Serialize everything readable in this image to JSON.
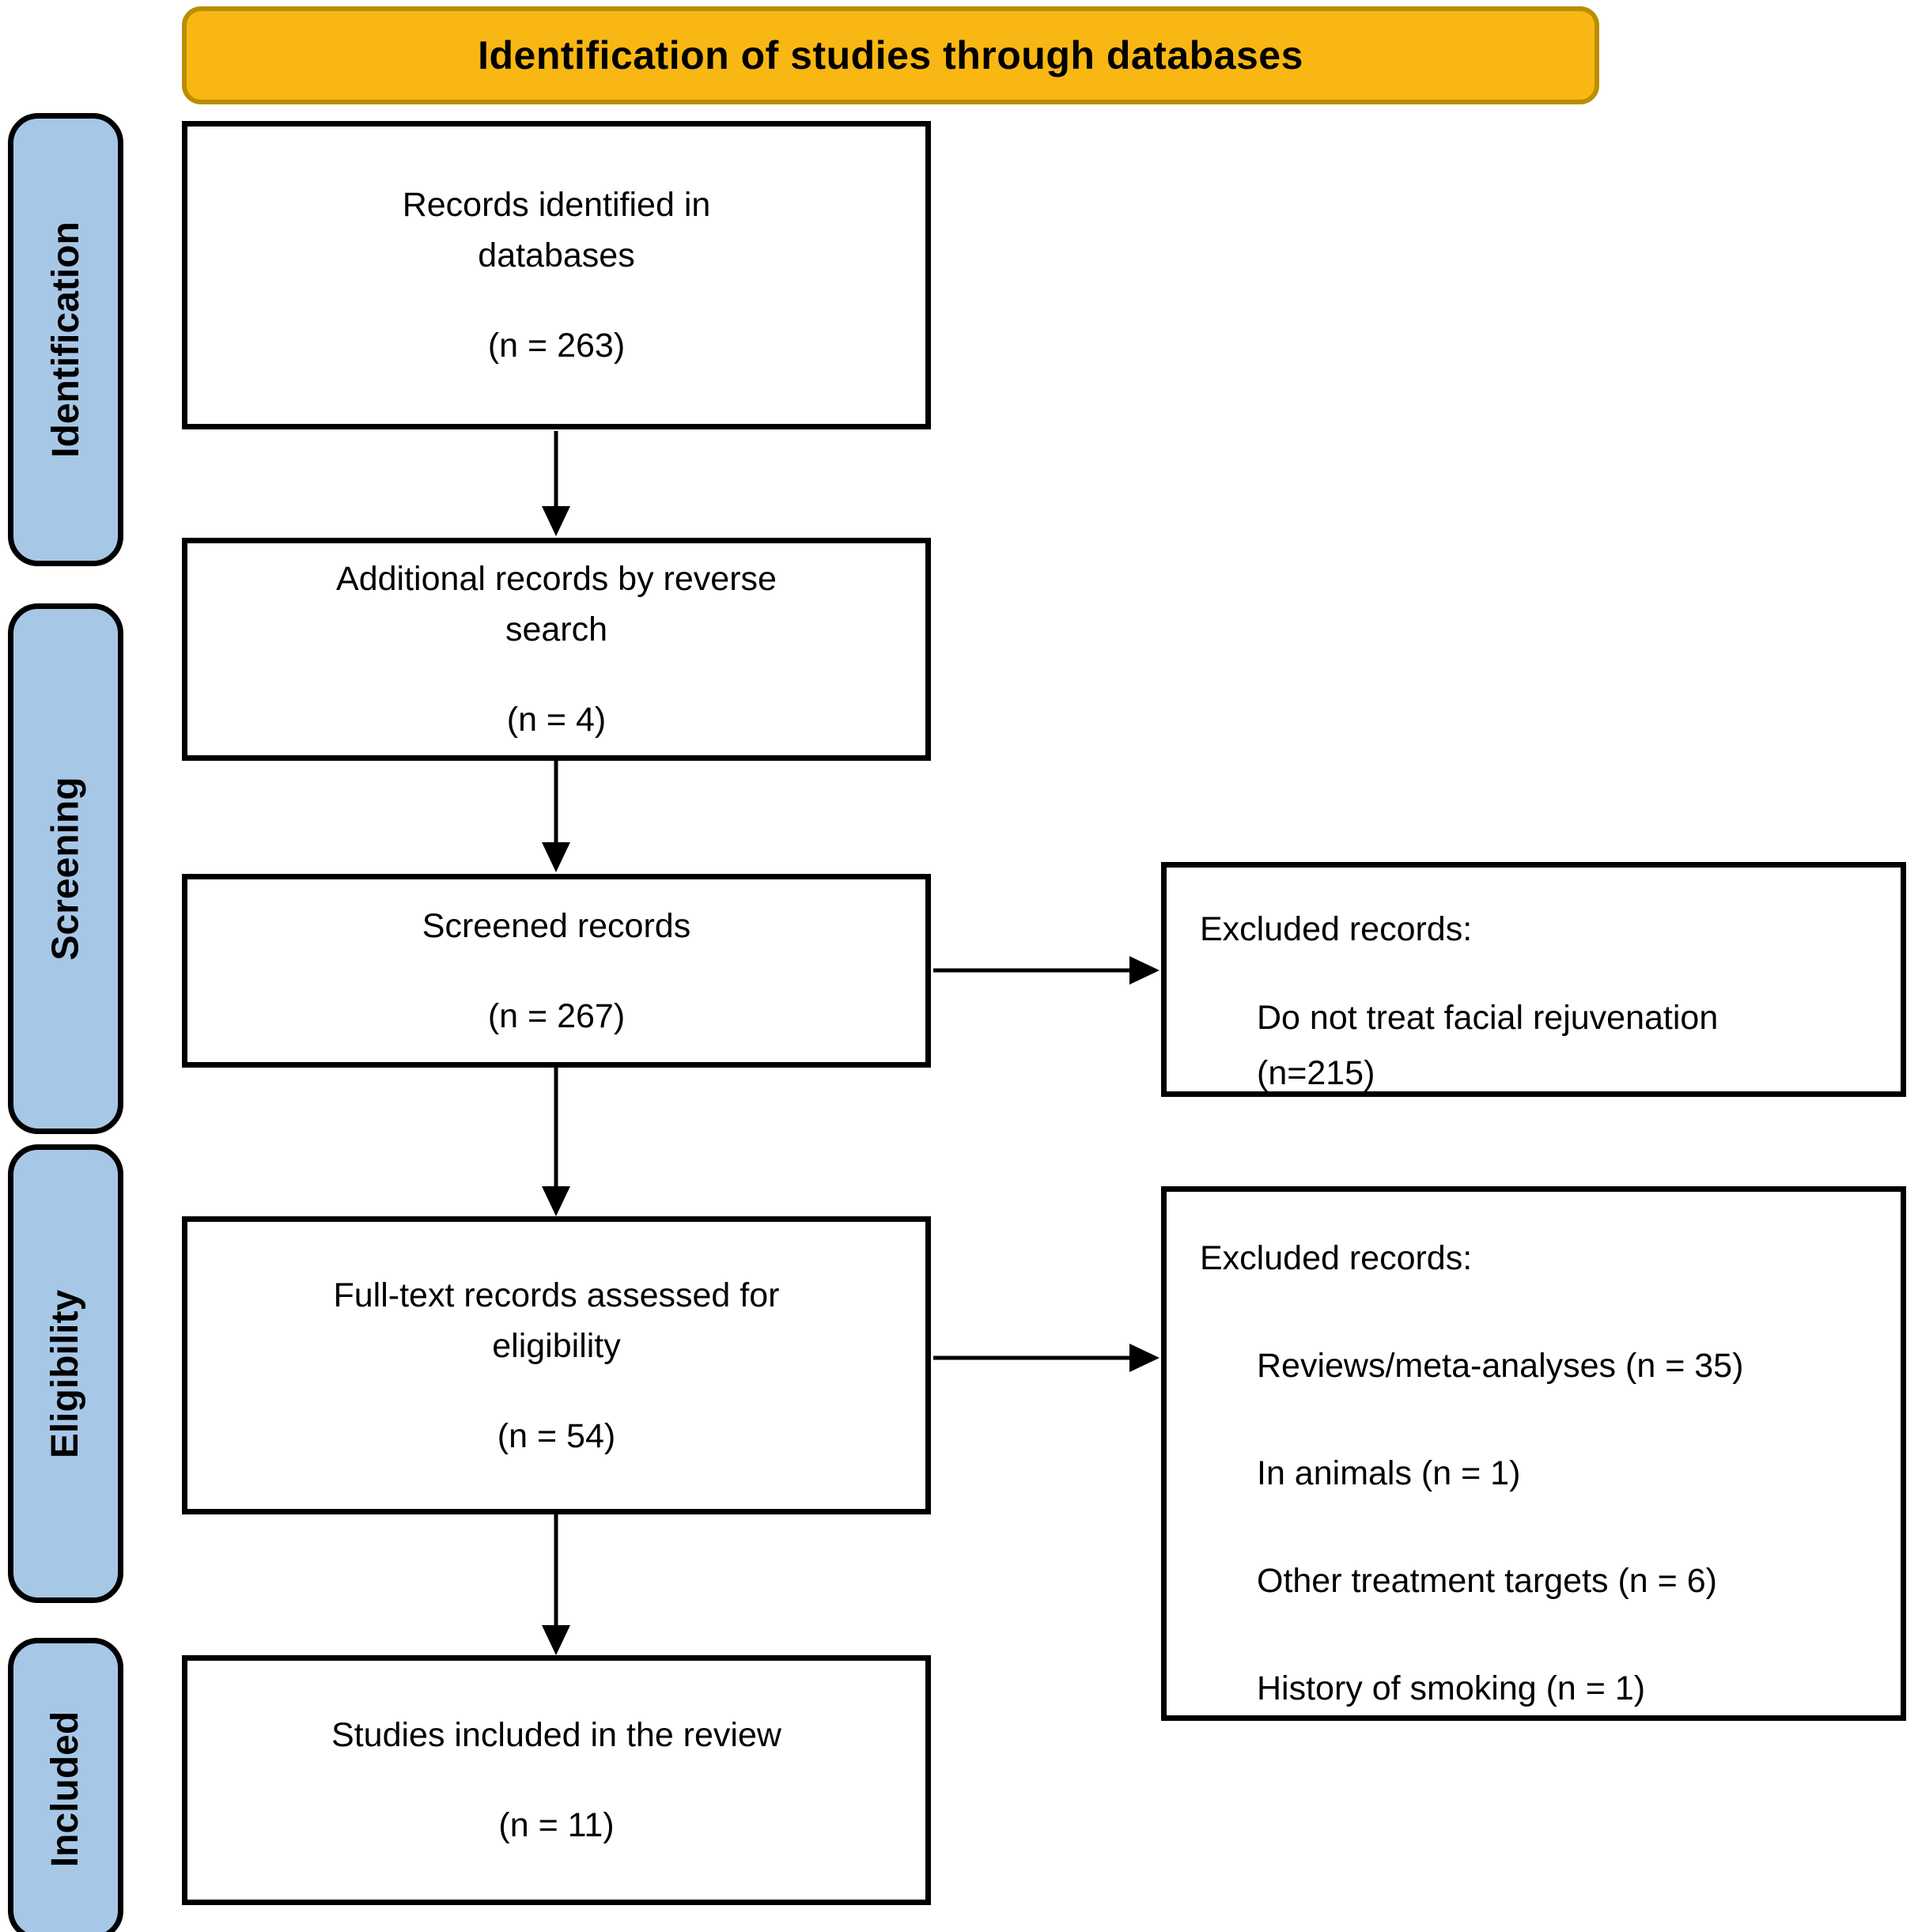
{
  "banner": {
    "title": "Identification of studies through databases"
  },
  "sidebar": {
    "items": [
      {
        "label": "Identification"
      },
      {
        "label": "Screening"
      },
      {
        "label": "Eligibility"
      },
      {
        "label": "Included"
      }
    ]
  },
  "flow": {
    "boxes": [
      {
        "lines": [
          "Records identified in",
          "databases"
        ],
        "n": "(n = 263)"
      },
      {
        "lines": [
          "Additional records by reverse",
          "search"
        ],
        "n": "(n = 4)"
      },
      {
        "lines": [
          "Screened records"
        ],
        "n": "(n = 267)"
      },
      {
        "lines": [
          "Full-text records assessed for",
          "eligibility"
        ],
        "n": "(n = 54)"
      },
      {
        "lines": [
          "Studies included in the review"
        ],
        "n": "(n = 11)"
      }
    ]
  },
  "excluded_screening": {
    "title": "Excluded records:",
    "item_line1": "Do not treat facial rejuvenation",
    "item_line2": "(n=215)"
  },
  "excluded_eligibility": {
    "title": "Excluded records:",
    "items": [
      "Reviews/meta-analyses (n = 35)",
      "In animals (n = 1)",
      "Other treatment targets (n = 6)",
      "History of smoking (n = 1)"
    ]
  },
  "colors": {
    "banner-bg": "#F8B713",
    "banner-border": "#BB8E00",
    "side-bg": "#A7C7E7",
    "line": "#000000",
    "box-bg": "#FFFFFF",
    "text": "#000000"
  }
}
